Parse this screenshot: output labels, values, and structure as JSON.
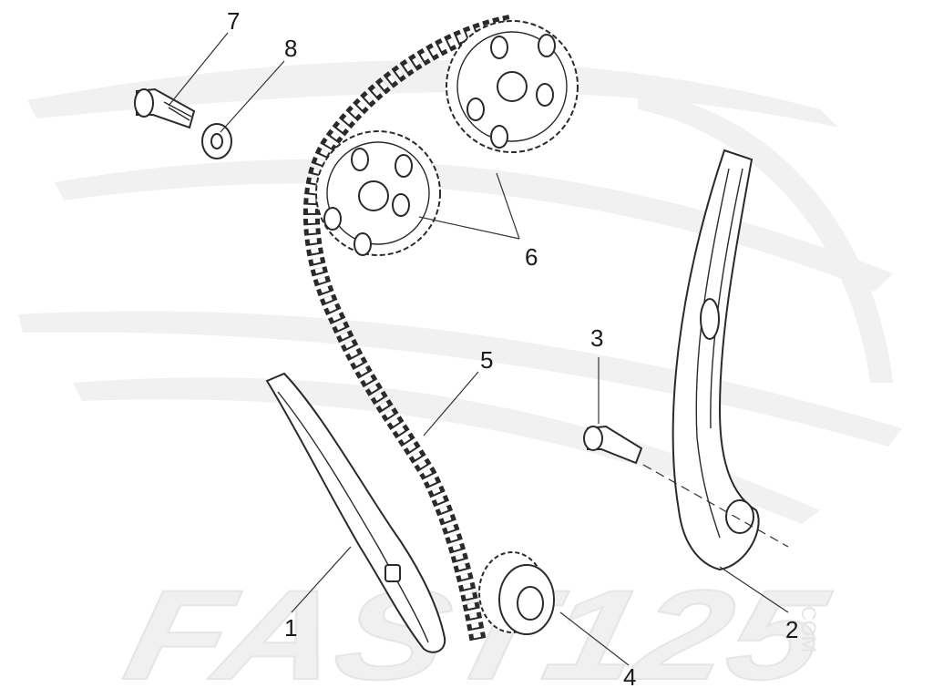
{
  "watermark": {
    "brand": "FAST125",
    "suffix": "COM"
  },
  "callouts": [
    {
      "id": "1",
      "part": "chain-guide-fixed"
    },
    {
      "id": "2",
      "part": "chain-tensioner-slider"
    },
    {
      "id": "3",
      "part": "pivot-pin"
    },
    {
      "id": "4",
      "part": "crankshaft-sprocket"
    },
    {
      "id": "5",
      "part": "timing-chain"
    },
    {
      "id": "6",
      "part": "camshaft-sprockets"
    },
    {
      "id": "7",
      "part": "bolt"
    },
    {
      "id": "8",
      "part": "washer"
    }
  ]
}
